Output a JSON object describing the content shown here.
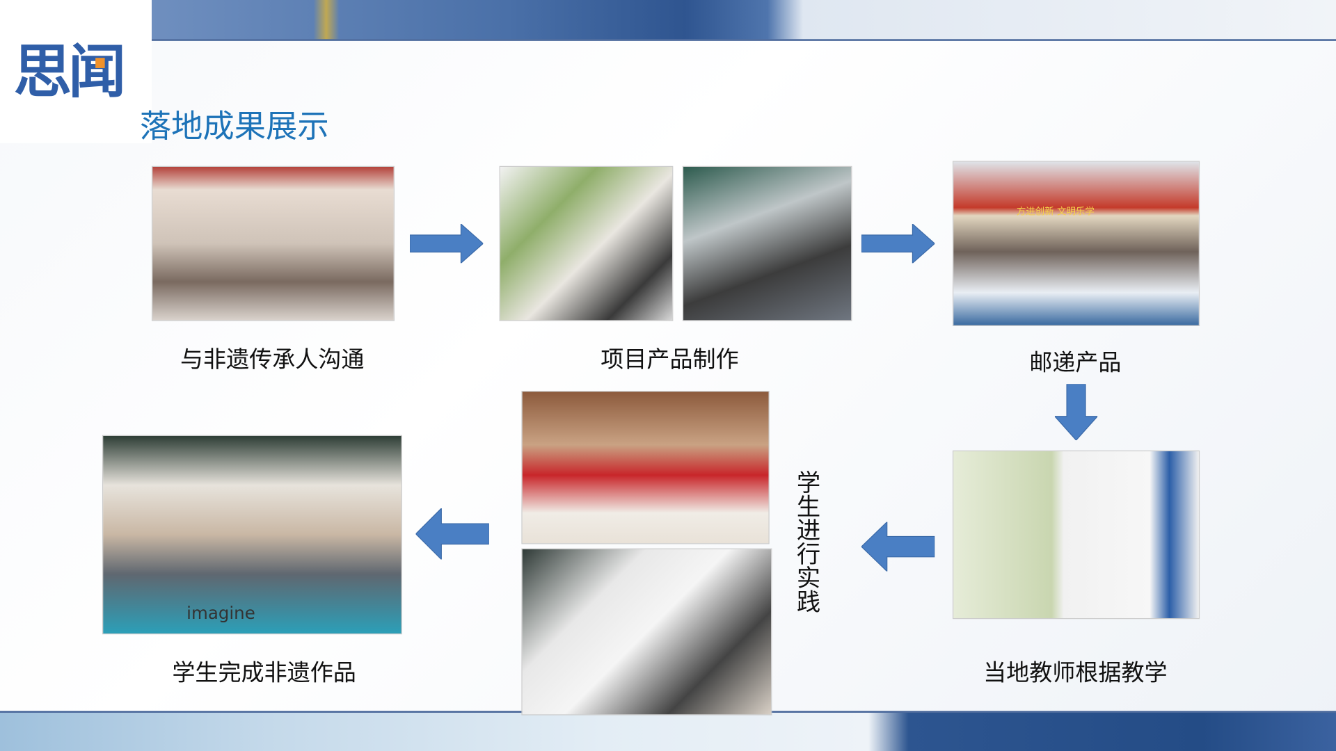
{
  "logo_text": "思闻",
  "title": "落地成果展示",
  "steps": [
    {
      "caption": "与非遗传承人沟通"
    },
    {
      "caption": "项目产品制作"
    },
    {
      "caption": "邮递产品"
    },
    {
      "caption": "当地教师根据教学"
    },
    {
      "caption": "学生进行实践"
    },
    {
      "caption": "学生完成非遗作品"
    }
  ],
  "photo_texts": {
    "banner": "方进创新 文明乐学",
    "shirt": "imagine"
  },
  "colors": {
    "accent": "#1d73b8",
    "arrow": "#4a7fc4",
    "logo": "#2f5ea8",
    "logo_dot": "#f0922c"
  }
}
